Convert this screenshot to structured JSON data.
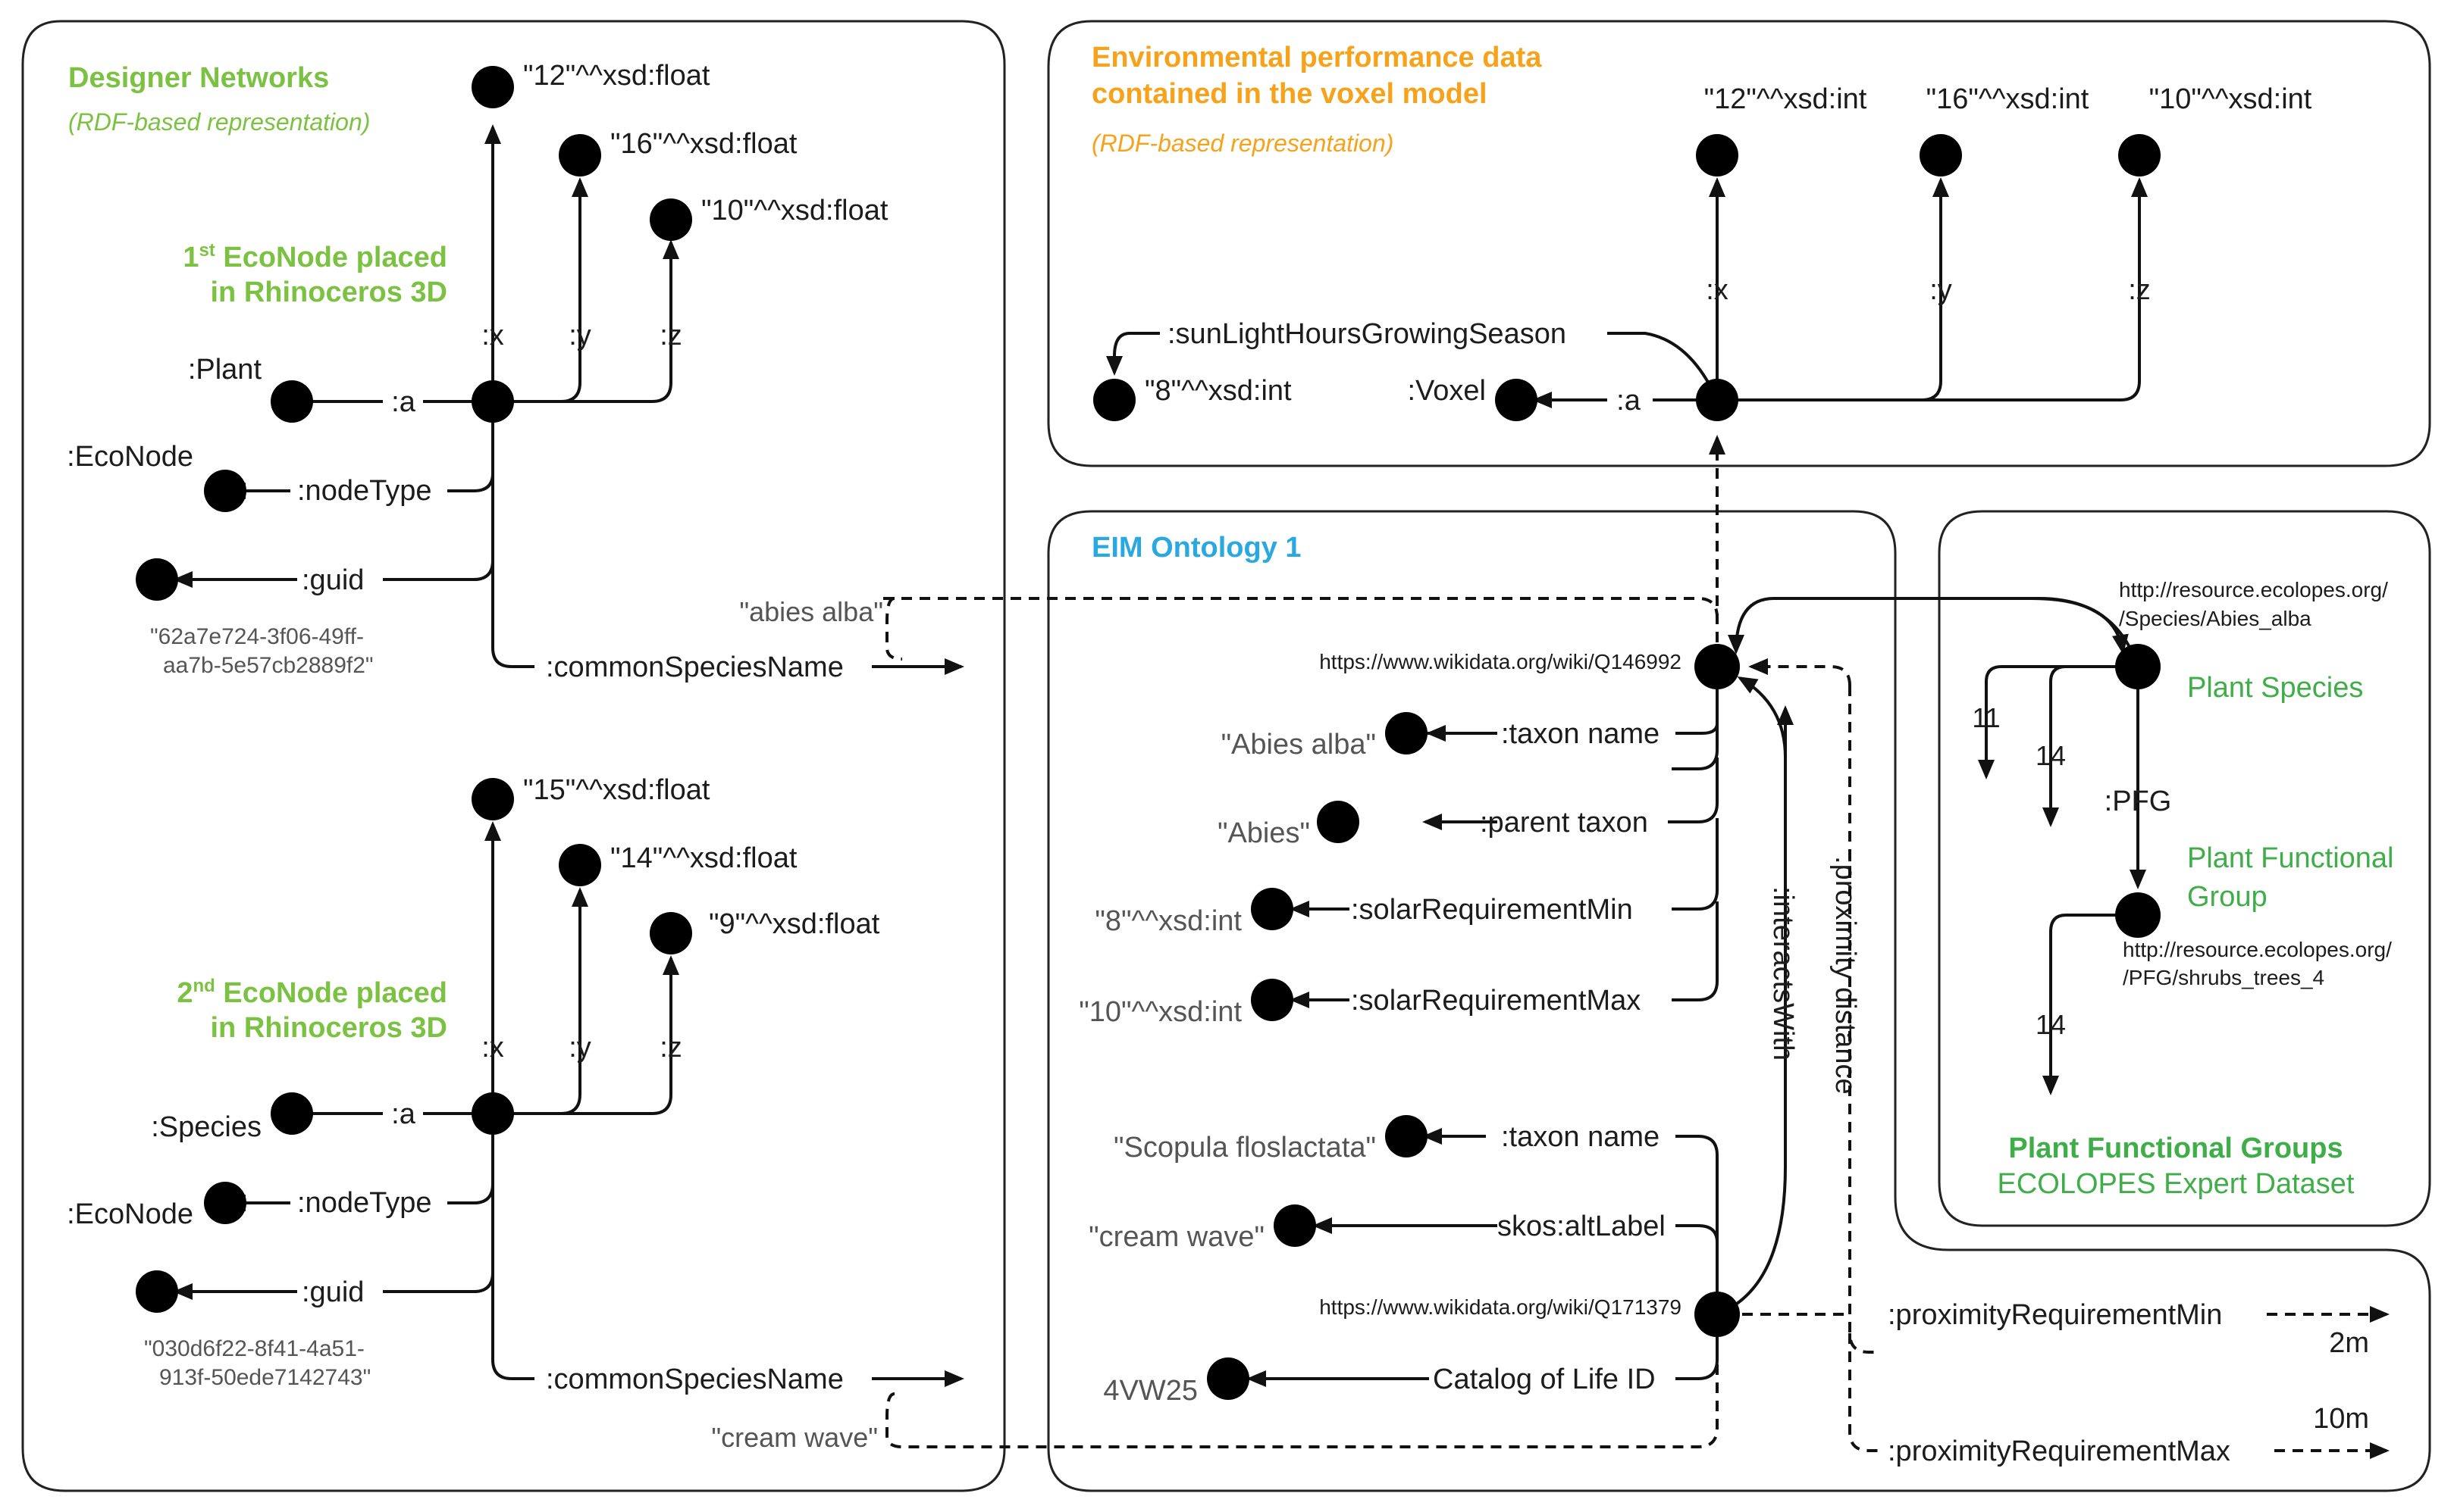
{
  "designer": {
    "title": "Designer Networks",
    "subtitle": "(RDF-based representation)",
    "node1_title_1": "1",
    "node1_title_sup": "st",
    "node1_title_2": " EcoNode placed",
    "node1_title_3": "in Rhinoceros 3D",
    "node1": {
      "x_val": "\"12\"^^xsd:float",
      "y_val": "\"16\"^^xsd:float",
      "z_val": "\"10\"^^xsd:float",
      "type": ":Plant",
      "node_type": ":EcoNode",
      "guid_1": "\"62a7e724-3f06-49ff-",
      "guid_2": "aa7b-5e57cb2889f2\"",
      "species": "\"abies alba\""
    },
    "node2_title_1": "2",
    "node2_title_sup": "nd",
    "node2_title_2": " EcoNode placed",
    "node2_title_3": "in Rhinoceros 3D",
    "node2": {
      "x_val": "\"15\"^^xsd:float",
      "y_val": "\"14\"^^xsd:float",
      "z_val": "\"9\"^^xsd:float",
      "type": ":Species",
      "node_type": ":EcoNode",
      "guid_1": "\"030d6f22-8f41-4a51-",
      "guid_2": "913f-50ede7142743\"",
      "species": "\"cream wave\""
    }
  },
  "edges": {
    "x": ":x",
    "y": ":y",
    "z": ":z",
    "a": ":a",
    "nodeType": ":nodeType",
    "guid": ":guid",
    "commonSpeciesName": ":commonSpeciesName",
    "sunlight": ":sunLightHoursGrowingSeason",
    "taxon_name": ":taxon name",
    "parent_taxon": ":parent taxon",
    "solar_min": ":solarRequirementMin",
    "solar_max": ":solarRequirementMax",
    "alt_label": "skos:altLabel",
    "col_id": "Catalog of Life ID",
    "interacts": ":interactsWith",
    "proximity": ":proximity distance",
    "prox_min": ":proximityRequirementMin",
    "prox_max": ":proximityRequirementMax",
    "pfg": ":PFG"
  },
  "voxel": {
    "title_1": "Environmental performance data",
    "title_2": "contained in the voxel model",
    "subtitle": "(RDF-based representation)",
    "x_val": "\"12\"^^xsd:int",
    "y_val": "\"16\"^^xsd:int",
    "z_val": "\"10\"^^xsd:int",
    "type": ":Voxel",
    "sun_val": "\"8\"^^xsd:int"
  },
  "eim": {
    "title": "EIM Ontology 1",
    "abies_uri": "https://www.wikidata.org/wiki/Q146992",
    "abies_taxon": "\"Abies alba\"",
    "abies_parent": "\"Abies\"",
    "solar_min_val": "\"8\"^^xsd:int",
    "solar_max_val": "\"10\"^^xsd:int",
    "scopula_uri": "https://www.wikidata.org/wiki/Q171379",
    "scopula_taxon": "\"Scopula floslactata\"",
    "scopula_alt": "\"cream wave\"",
    "col_val": "4VW25",
    "prox_min_val": "2m",
    "prox_max_val": "10m"
  },
  "pfg": {
    "species_uri_1": "http://resource.ecolopes.org/",
    "species_uri_2": "/Species/Abies_alba",
    "species_label": "Plant Species",
    "n11": "11",
    "n14a": "14",
    "group_label_1": "Plant Functional",
    "group_label_2": "Group",
    "group_uri_1": "http://resource.ecolopes.org/",
    "group_uri_2": "/PFG/shrubs_trees_4",
    "n14b": "14",
    "footer_1": "Plant Functional Groups",
    "footer_2": "ECOLOPES Expert Dataset"
  },
  "colors": {
    "designer_green": "#7cc242",
    "voxel_orange": "#f7a21b",
    "eim_blue": "#2aa9e0",
    "pfg_green": "#3fae49"
  }
}
